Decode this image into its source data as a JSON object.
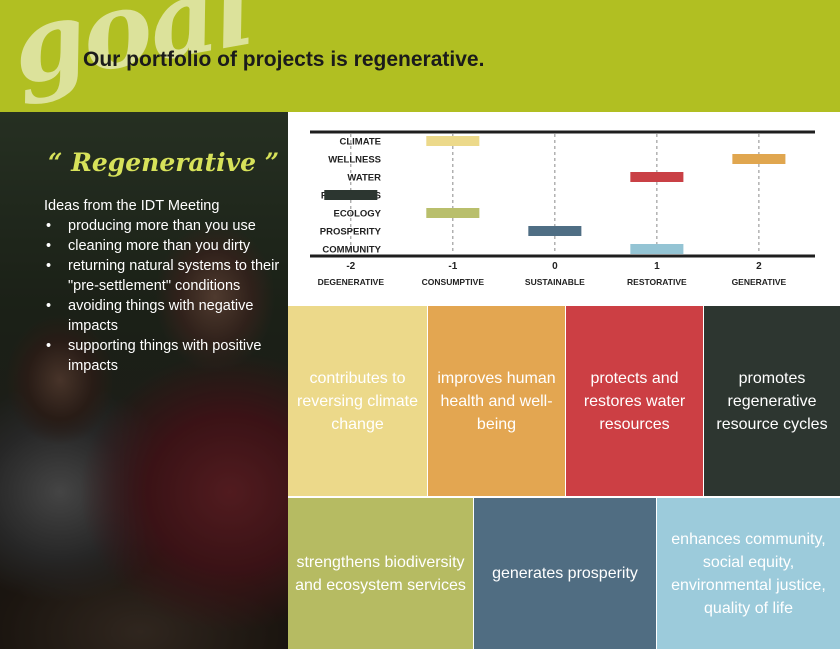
{
  "header": {
    "script_word": "goal",
    "title": "Our portfolio of projects is regenerative."
  },
  "sidebar": {
    "heading": "“ Regenerative ”",
    "intro": "Ideas from the IDT Meeting",
    "bullets": [
      "producing more than you use",
      "cleaning more than you dirty",
      "returning natural systems to their \"pre-settlement\" conditions",
      "avoiding things with negative impacts",
      "supporting things with positive impacts"
    ]
  },
  "chart_data": {
    "type": "bar",
    "orientation": "horizontal-range",
    "categories": [
      "CLIMATE",
      "WELLNESS",
      "WATER",
      "RESOURCES",
      "ECOLOGY",
      "PROSPERITY",
      "COMMUNITY"
    ],
    "x_ticks": [
      -2,
      -1,
      0,
      1,
      2
    ],
    "x_tick_labels": [
      "DEGENERATIVE",
      "CONSUMPTIVE",
      "SUSTAINABLE",
      "RESTORATIVE",
      "GENERATIVE"
    ],
    "xlim": [
      -2.4,
      2.55
    ],
    "grid": true,
    "series": [
      {
        "values": [
          -1,
          2,
          1,
          -2,
          -1,
          0,
          1
        ]
      }
    ],
    "bar_colors": [
      "#ecd98a",
      "#e0a64f",
      "#c94045",
      "#2c3630",
      "#b9bf6c",
      "#4f6e84",
      "#94c4d4"
    ]
  },
  "tiles": [
    {
      "text": "contributes to reversing climate change",
      "color": "#ecd98a"
    },
    {
      "text": "improves human health and well-being",
      "color": "#e3a651"
    },
    {
      "text": "protects and restores water resources",
      "color": "#cc3f44"
    },
    {
      "text": "promotes regenerative resource cycles",
      "color": "#2d3630"
    },
    {
      "text": "strengthens biodiversity and ecosystem services",
      "color": "#b6bb62"
    },
    {
      "text": "generates prosperity",
      "color": "#506d82"
    },
    {
      "text": "enhances community, social equity, environmental justice, quality of life",
      "color": "#9ccbdb"
    }
  ]
}
